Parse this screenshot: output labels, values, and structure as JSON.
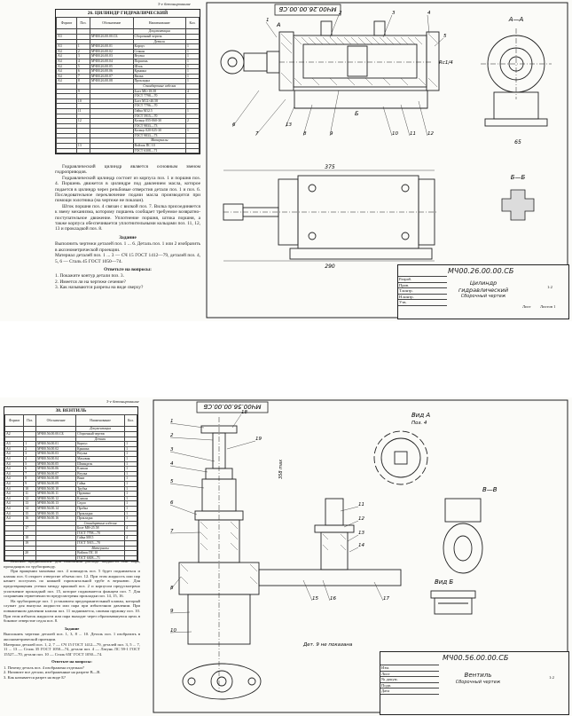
{
  "sheet1": {
    "header_note": "3-е бетонирование",
    "title": "26. ЦИЛИНДР ГИДРАВЛИЧЕСКИЙ",
    "spec_headers": [
      "Формат",
      "Поз.",
      "Обозначение",
      "Наименование",
      "Кол."
    ],
    "spec_rows": [
      {
        "fmt": "",
        "pos": "",
        "des": "",
        "name": "Документация",
        "qty": "",
        "section": true
      },
      {
        "fmt": "А3",
        "pos": "",
        "des": "МЧ00.26.00.00.СБ",
        "name": "Сборочный чертеж",
        "qty": "",
        "section": false
      },
      {
        "fmt": "",
        "pos": "",
        "des": "",
        "name": "Детали",
        "qty": "",
        "section": true
      },
      {
        "fmt": "А3",
        "pos": "1",
        "des": "МЧ00.26.00.01",
        "name": "Корпус",
        "qty": "1",
        "section": false
      },
      {
        "fmt": "А4",
        "pos": "2",
        "des": "МЧ00.26.00.02",
        "name": "Стакан",
        "qty": "1",
        "section": false
      },
      {
        "fmt": "А4",
        "pos": "3",
        "des": "МЧ00.26.00.03",
        "name": "Втулка",
        "qty": "1",
        "section": false
      },
      {
        "fmt": "А4",
        "pos": "4",
        "des": "МЧ00.26.00.04",
        "name": "Поршень",
        "qty": "1",
        "section": false
      },
      {
        "fmt": "А4",
        "pos": "5",
        "des": "МЧ00.26.00.05",
        "name": "Шток",
        "qty": "1",
        "section": false
      },
      {
        "fmt": "А4",
        "pos": "6",
        "des": "МЧ00.26.00.06",
        "name": "Крышка",
        "qty": "1",
        "section": false
      },
      {
        "fmt": "А4",
        "pos": "7",
        "des": "МЧ00.26.00.07",
        "name": "Вилка",
        "qty": "1",
        "section": false
      },
      {
        "fmt": "А4",
        "pos": "8",
        "des": "МЧ00.26.00.08",
        "name": "Прокладка",
        "qty": "1",
        "section": false
      },
      {
        "fmt": "",
        "pos": "",
        "des": "",
        "name": "Стандартные изделия",
        "qty": "",
        "section": true
      },
      {
        "fmt": "",
        "pos": "9",
        "des": "",
        "name": "Болт М6×18.58",
        "qty": "4",
        "section": false
      },
      {
        "fmt": "",
        "pos": "",
        "des": "",
        "name": "ГОСТ 7798—70",
        "qty": "",
        "section": false
      },
      {
        "fmt": "",
        "pos": "10",
        "des": "",
        "name": "Болт М12×40.58",
        "qty": "1",
        "section": false
      },
      {
        "fmt": "",
        "pos": "",
        "des": "",
        "name": "ГОСТ 7796—70",
        "qty": "",
        "section": false
      },
      {
        "fmt": "",
        "pos": "11",
        "des": "",
        "name": "Гайка М12.5",
        "qty": "1",
        "section": false
      },
      {
        "fmt": "",
        "pos": "",
        "des": "",
        "name": "ГОСТ 5915—70",
        "qty": "",
        "section": false
      },
      {
        "fmt": "",
        "pos": "12",
        "des": "",
        "name": "Кольцо 055-060-30",
        "qty": "2",
        "section": false
      },
      {
        "fmt": "",
        "pos": "",
        "des": "",
        "name": "ГОСТ 9833—73",
        "qty": "",
        "section": false
      },
      {
        "fmt": "",
        "pos": "",
        "des": "",
        "name": "Кольцо 020-025-30",
        "qty": "1",
        "section": false
      },
      {
        "fmt": "",
        "pos": "",
        "des": "",
        "name": "ГОСТ 9833—73",
        "qty": "",
        "section": false
      },
      {
        "fmt": "",
        "pos": "",
        "des": "",
        "name": "Материалы",
        "qty": "",
        "section": true
      },
      {
        "fmt": "",
        "pos": "13",
        "des": "",
        "name": "Войлок ПС 10",
        "qty": "",
        "section": false
      },
      {
        "fmt": "",
        "pos": "",
        "des": "",
        "name": "ГОСТ 6308—71",
        "qty": "",
        "section": false
      }
    ],
    "description": [
      "Гидравлический цилиндр является основным звеном гидроприводов.",
      "Гидравлический цилиндр состоит из корпуса поз. 1 и поршня поз. 4. Поршень движется в цилиндре под давлением масла, которое подается в цилиндр через резьбовые отверстия детали поз. 1 и поз. 6. Последовательное переключение подачи масла производится при помощи золотника (на чертеже не показан).",
      "Шток поршня поз. 4 связан с вилкой поз. 7. Вилка присоединяется к звену механизма, которому поршень сообщает требуемое возвратно-поступательное движение. Уплотнение поршня, штока поршня, а также корпуса обеспечивается уплотнительными кольцами поз. 11, 12, 13 и прокладкой поз. 8."
    ],
    "task_title": "Задание",
    "task_text": "Выполнить чертежи деталей поз. 1 ... 6. Деталь поз. 1 или 2 изобразить в аксонометрической проекции.",
    "materials": "Материал деталей поз. 1 ... 3 — СЧ 15 ГОСТ 1412—79, деталей поз. 4, 5, 6 — Сталь 45 ГОСТ 1050—74.",
    "questions_title": "Ответьте на вопросы:",
    "questions": [
      "1. Покажите контур детали поз. 3.",
      "2. Имеется ли на чертеже сечение?",
      "3. Как называются разрезы на виде сверху?"
    ],
    "drawing": {
      "rotated_code": "МЧ00.26.00.00.СБ",
      "section_aa": "А—А",
      "section_bb": "Б—Б",
      "dim_length": "375",
      "dim_width": "290",
      "dim_height": "65",
      "pos_labels": [
        "1",
        "2",
        "3",
        "4",
        "5",
        "6",
        "7",
        "8",
        "9",
        "10",
        "11",
        "12",
        "13"
      ],
      "thread_label": "Rc1/4",
      "view_a": "А",
      "view_b": "Б"
    },
    "stamp": {
      "code": "МЧ00.26.00.00.СБ",
      "name_line1": "Цилиндр",
      "name_line2": "гидравлический",
      "name_line3": "Сборочный чертеж",
      "scale": "1:2",
      "sheet_label": "Лист",
      "sheets_label": "Листов 1",
      "rows": [
        "Разраб.",
        "Пров.",
        "Т.контр.",
        "Н.контр.",
        "Утв."
      ]
    }
  },
  "sheet2": {
    "header_note": "3-е бетонирование",
    "title": "38. ВЕНТИЛЬ",
    "spec_headers": [
      "Формат",
      "Поз.",
      "Обозначение",
      "Наименование",
      "Кол."
    ],
    "spec_rows": [
      {
        "fmt": "",
        "pos": "",
        "des": "",
        "name": "Документация",
        "qty": "",
        "section": true
      },
      {
        "fmt": "А2",
        "pos": "",
        "des": "МЧ00.56.00.00.СБ",
        "name": "Сборочный чертеж",
        "qty": "",
        "section": false
      },
      {
        "fmt": "",
        "pos": "",
        "des": "",
        "name": "Детали",
        "qty": "",
        "section": true
      },
      {
        "fmt": "А3",
        "pos": "1",
        "des": "МЧ00.56.00.01",
        "name": "Корпус",
        "qty": "1",
        "section": false
      },
      {
        "fmt": "А4",
        "pos": "2",
        "des": "МЧ00.56.00.02",
        "name": "Крышка",
        "qty": "1",
        "section": false
      },
      {
        "fmt": "А4",
        "pos": "3",
        "des": "МЧ00.56.00.03",
        "name": "Втулка",
        "qty": "1",
        "section": false
      },
      {
        "fmt": "А4",
        "pos": "4",
        "des": "МЧ00.56.00.04",
        "name": "Маховик",
        "qty": "1",
        "section": false
      },
      {
        "fmt": "А4",
        "pos": "5",
        "des": "МЧ00.56.00.05",
        "name": "Шпиндель",
        "qty": "1",
        "section": false
      },
      {
        "fmt": "А4",
        "pos": "6",
        "des": "МЧ00.56.00.06",
        "name": "Клапан",
        "qty": "1",
        "section": false
      },
      {
        "fmt": "А4",
        "pos": "7",
        "des": "МЧ00.56.00.07",
        "name": "Втулка",
        "qty": "1",
        "section": false
      },
      {
        "fmt": "А4",
        "pos": "8",
        "des": "МЧ00.56.00.08",
        "name": "Винт",
        "qty": "1",
        "section": false
      },
      {
        "fmt": "А4",
        "pos": "9",
        "des": "МЧ00.56.00.09",
        "name": "Гайка",
        "qty": "1",
        "section": false
      },
      {
        "fmt": "А4",
        "pos": "10",
        "des": "МЧ00.56.00.10",
        "name": "Трубка",
        "qty": "1",
        "section": false
      },
      {
        "fmt": "А4",
        "pos": "11",
        "des": "МЧ00.56.00.11",
        "name": "Пружина",
        "qty": "1",
        "section": false
      },
      {
        "fmt": "А4",
        "pos": "12",
        "des": "МЧ00.56.00.12",
        "name": "Клапан",
        "qty": "1",
        "section": false
      },
      {
        "fmt": "А4",
        "pos": "13",
        "des": "МЧ00.56.00.13",
        "name": "Седло",
        "qty": "1",
        "section": false
      },
      {
        "fmt": "А4",
        "pos": "14",
        "des": "МЧ00.56.00.14",
        "name": "Пробка",
        "qty": "1",
        "section": false
      },
      {
        "fmt": "А4",
        "pos": "15",
        "des": "МЧ00.56.00.15",
        "name": "Прокладка",
        "qty": "1",
        "section": false
      },
      {
        "fmt": "А4",
        "pos": "16",
        "des": "МЧ00.56.00.16",
        "name": "Прокладка",
        "qty": "1",
        "section": false
      },
      {
        "fmt": "",
        "pos": "",
        "des": "",
        "name": "Стандартные изделия",
        "qty": "",
        "section": true
      },
      {
        "fmt": "",
        "pos": "17",
        "des": "",
        "name": "Болт М8×25.58",
        "qty": "4",
        "section": false
      },
      {
        "fmt": "",
        "pos": "",
        "des": "",
        "name": "ГОСТ 7798—70",
        "qty": "",
        "section": false
      },
      {
        "fmt": "",
        "pos": "18",
        "des": "",
        "name": "Гайка М8.5",
        "qty": "4",
        "section": false
      },
      {
        "fmt": "",
        "pos": "19",
        "des": "",
        "name": "ГОСТ 5915—70",
        "qty": "",
        "section": false
      },
      {
        "fmt": "",
        "pos": "",
        "des": "",
        "name": "Материалы",
        "qty": "",
        "section": true
      },
      {
        "fmt": "",
        "pos": "20",
        "des": "",
        "name": "Войлок ПС 10",
        "qty": "",
        "section": false
      },
      {
        "fmt": "",
        "pos": "",
        "des": "",
        "name": "ГОСТ 6308—71",
        "qty": "",
        "section": false
      }
    ],
    "description": [
      "Вентиль предназначен для изменения расхода жидкости или пара, проходящих по трубопроводу.",
      "При вращении маховика поз. 4 шпиндель поз. 5 будет подниматься и клапан поз. 6 откроет отверстие объема поз. 12. При этом жидкость или пар начнет поступать по нижней горизонтальной трубе в верхнюю. Для предотвращения утечки между крышкой поз. 2 и корпусом предусмотрено уплотнение прокладкой поз. 15, которое поджимается фланцем поз. 7. Для сохранения герметичности предусмотрены прокладки поз. 14, 15, 16.",
      "На трубопроводе поз. 1 установлен предохранительный клапан, который служит для выпуска жидкости или пара при избыточном давлении. При повышенном давлении клапан поз. 11 поднимается, сжимая пружину поз. 10. При этом избыток жидкости или пара выходит через образовавшуюся щель в боковое отверстие седла поз. 8."
    ],
    "task_title": "Задание",
    "task_text": "Выполнить чертежи деталей поз. 1, 3, 8 ... 10. Деталь поз. 1 изобразить в аксонометрической проекции.",
    "materials": "Материал деталей поз. 1, 2, 7 — СЧ 15 ГОСТ 1412—79, деталей поз. 3, 5 ... 7, 11 ... 13 — Сталь 35 ГОСТ 1050—74, детали поз. 4 — Латунь ЛС 59-1 ГОСТ 15527—70, детали поз. 10 — Сталь 65Г ГОСТ 1050—74.",
    "questions_title": "Ответьте на вопросы:",
    "questions": [
      "1. Почему деталь поз. 4 изображена отдельно?",
      "2. Назовите все детали, изображенные на разрезе В—В.",
      "3. Как называется разрез на виде Б?"
    ],
    "drawing": {
      "rotated_code": "МЧ00.56.00.00.СБ",
      "view_a_title": "Вид А",
      "view_a_sub": "Поз. 4",
      "section_vv": "В—В",
      "view_b": "Вид Б",
      "dim_height": "358 max",
      "note": "Дет. 9 не показана",
      "pos_labels": [
        "1",
        "2",
        "3",
        "4",
        "5",
        "6",
        "7",
        "8",
        "9",
        "10",
        "11",
        "12",
        "13",
        "14",
        "15",
        "16",
        "17",
        "18",
        "19"
      ]
    },
    "stamp": {
      "code": "МЧ00.56.00.00.СБ",
      "name_line1": "Вентиль",
      "name_line2": "Сборочный чертеж",
      "scale": "1:2",
      "rows": [
        "Изм.",
        "Лист",
        "№ докум.",
        "Подп.",
        "Дата"
      ]
    }
  }
}
